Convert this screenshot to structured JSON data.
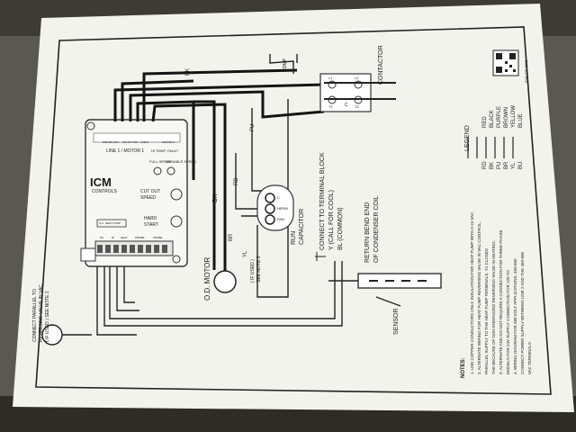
{
  "module": {
    "brand": "ICM",
    "brand_sub": "CONTROLS",
    "line_motor": "LINE 1 / MOTOR 1",
    "terminals": [
      "208-230 VAC",
      "SW-277 VAC",
      "LINE 2",
      "MOTOR 2"
    ],
    "full_speed": "FULL SPEED",
    "variable_speed": "VARIABLE SPEED",
    "hi_temp": "HI TEMP",
    "fault": "FAULT",
    "cut_out_speed": "CUT OUT\nSPEED",
    "hard_start": "HARD\nSTART",
    "nc_heat_pump": "N.C. HEAT PUMP",
    "bottom_labels": [
      "RV",
      "W",
      "HEAT",
      "PROBE",
      "PROBE"
    ]
  },
  "wire_labels": {
    "bk_top": "BK",
    "bk_mid": "BK",
    "pu": "PU",
    "rd": "RD",
    "br": "BR",
    "yl": "YL",
    "comp": "COMP"
  },
  "contactor": {
    "label": "CONTACTOR",
    "terminals": [
      "L1",
      "L2",
      "T1",
      "T2",
      "C"
    ]
  },
  "capacitor": {
    "label": "RUN\nCAPACITOR",
    "terminals": [
      "C",
      "HERM",
      "FAN"
    ]
  },
  "motor": {
    "label": "O.D. MOTOR"
  },
  "if_used": "( IF USED )\nSEE NOTE 3",
  "terminal_block_note": "CONNECT TO TERMINAL BLOCK\nY (CALL FOR COOL)\nBL (COMMON)",
  "sensor": {
    "label": "SENSOR",
    "note": "RETURN BEND END\nOF CONDENSER COIL"
  },
  "reversing_note": "CONNECT PARALLEL TO\nREVERSING VALVE IN VAC\n( IF USED ) SEE NOTE 2",
  "legend": {
    "title": "LEGEND",
    "items": [
      {
        "code": "RD",
        "name": "RED"
      },
      {
        "code": "BK",
        "name": "BLACK"
      },
      {
        "code": "PU",
        "name": "PURPLE"
      },
      {
        "code": "BR",
        "name": "BROWN"
      },
      {
        "code": "YL",
        "name": "YELLOW"
      },
      {
        "code": "BU",
        "name": "BLUE"
      }
    ]
  },
  "doc_number": "ICM-325-QRD",
  "notes": {
    "title": "NOTES:",
    "lines": [
      "1. USE COPPER CONDUCTORS ONLY. INSULATION FOR HEAT PUMP WITH A 24 VAC",
      "2. ALTERNATE WIRING FOR HEAT PUMP REVERSING VALVE IN VAC CONTROL,",
      "   PARALLEL SUPPLY TO THE HEAT PUMP TERMINALS. Y1 CLOSED",
      "   THE BECAUSE OF NON-ENERGIZED REVERSING VALVE IN HEATING.",
      "3. ALTERNATE AND DO NOT REQUIRE A CONNECTION FOR THREE PHASE",
      "   MODELS FOR 24V SUPPLY CONNECTION FOR 120 TO",
      "4. WIRING DIAGRAM FOR 480 VOLT APPLICATIONS, 460-600",
      "   CONNECT POWER SUPPLY BETWEEN LINE 2 AND THE 460-600",
      "   VAC TERMINALS"
    ]
  }
}
